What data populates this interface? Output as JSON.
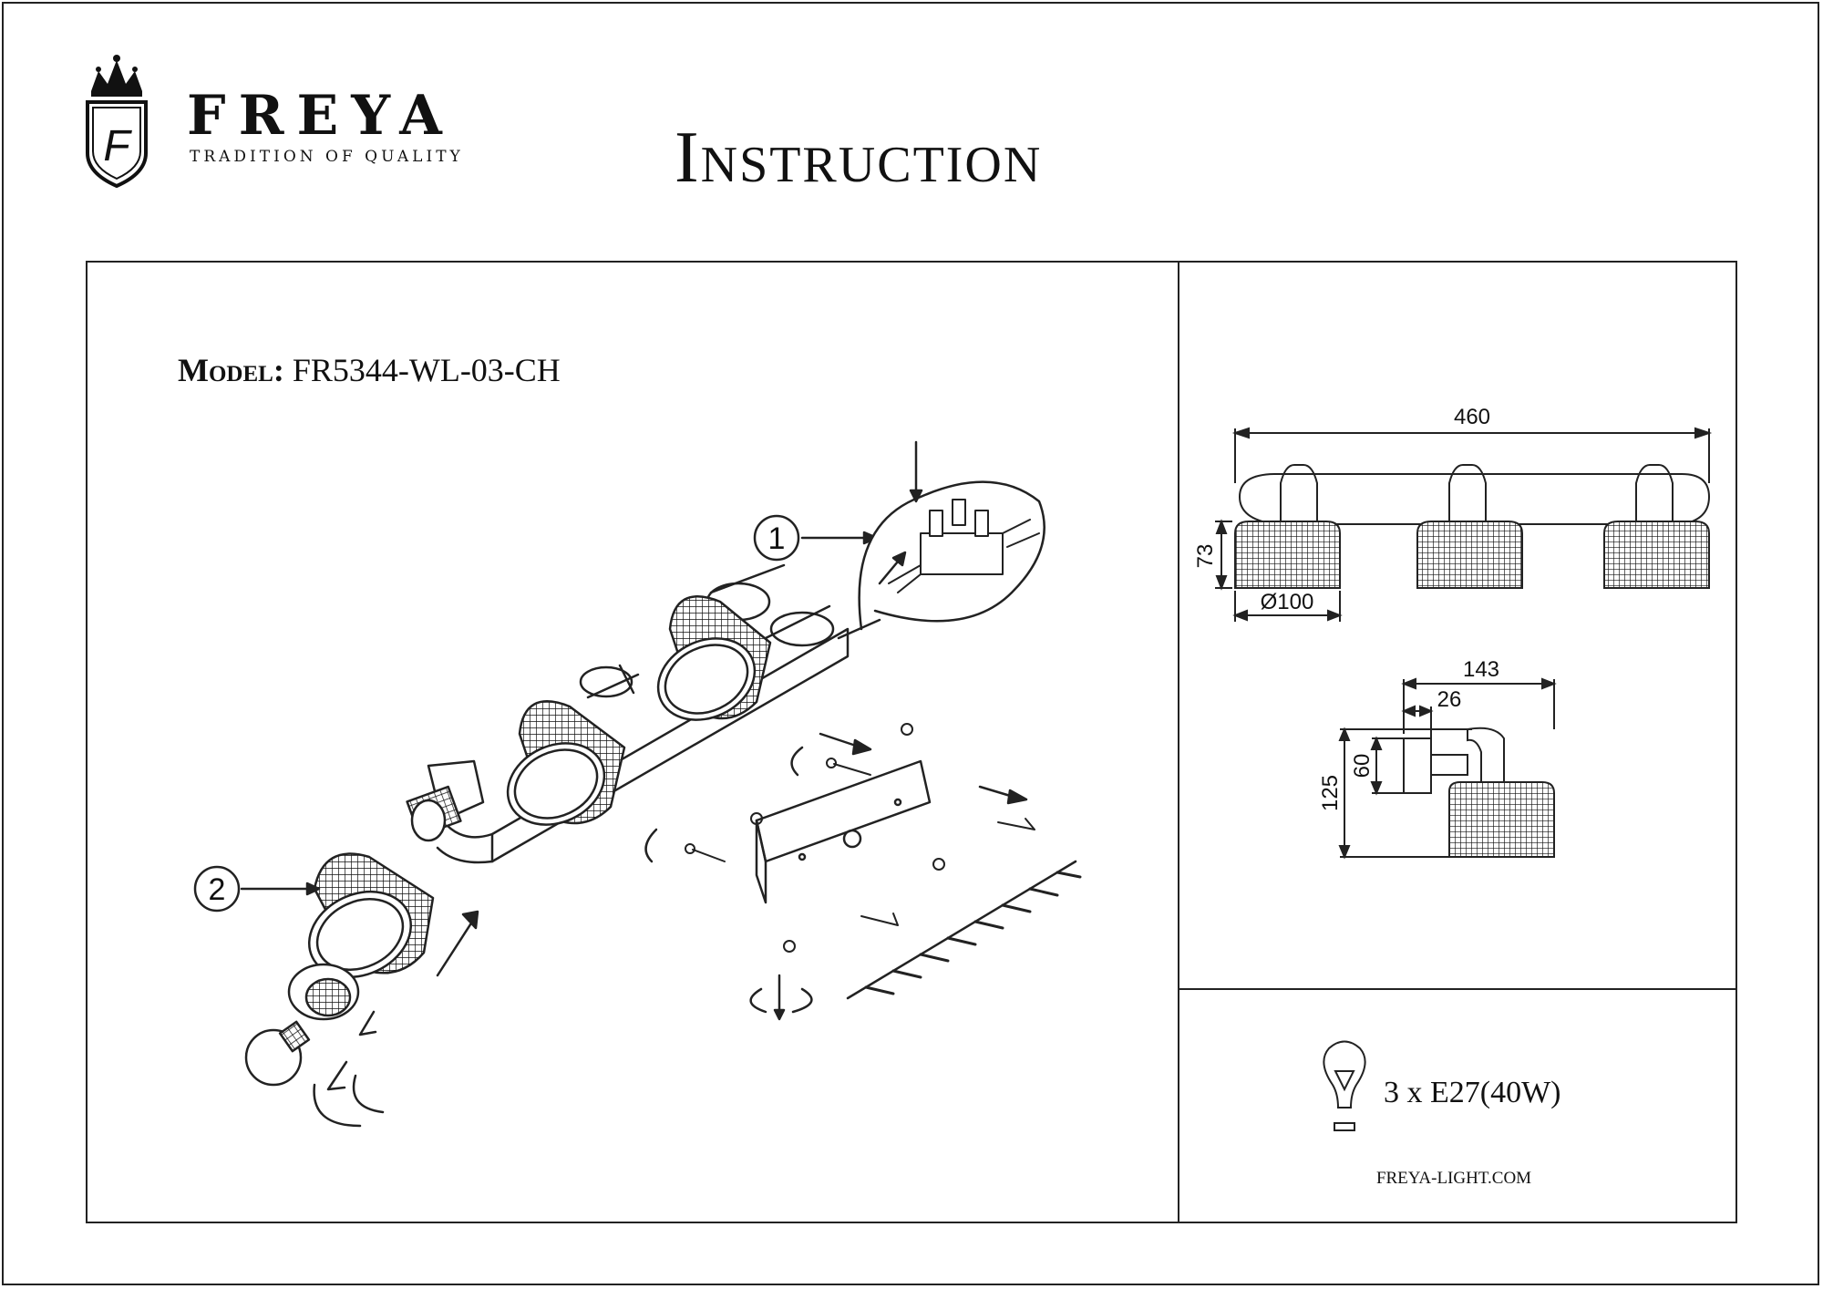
{
  "brand": {
    "name": "FREYA",
    "tagline": "TRADITION OF QUALITY",
    "logo_letter": "F"
  },
  "title": "Instruction",
  "model": {
    "label": "Model:",
    "value": "FR5344-WL-03-CH"
  },
  "callouts": [
    "1",
    "2"
  ],
  "dimensions": {
    "front": {
      "width": "460",
      "height": "73",
      "diameter": "Ø100"
    },
    "side": {
      "depth": "143",
      "offset": "26",
      "bracket": "60",
      "height": "125"
    }
  },
  "bulb": {
    "spec": "3 x E27(40W)"
  },
  "website": "FREYA-LIGHT.COM",
  "colors": {
    "line": "#222222",
    "background": "#ffffff"
  }
}
